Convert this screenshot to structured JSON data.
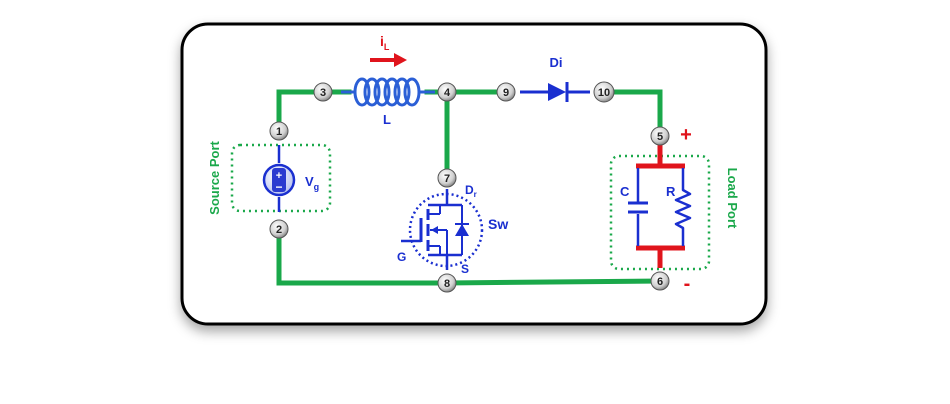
{
  "colors": {
    "wire_green": "#1aa84a",
    "component_blue": "#1a2fd0",
    "inductor_blue": "#2b5fd6",
    "red": "#e0141c",
    "port_green": "#1aa84a",
    "sw_circle_blue": "#1a2fd0",
    "node_fill": "#d9d9d9"
  },
  "labels": {
    "inductor_current": "i",
    "inductor_current_sub": "L",
    "inductor": "L",
    "diode": "Di",
    "source_voltage": "V",
    "source_voltage_sub": "g",
    "capacitor": "C",
    "resistor": "R",
    "switch": "Sw",
    "drain": "D",
    "drain_sub": "r",
    "gate": "G",
    "source_terminal": "S",
    "plus": "+",
    "minus": "-",
    "source_port": "Source Port",
    "load_port": "Load Port"
  },
  "nodes": [
    "1",
    "2",
    "3",
    "4",
    "5",
    "6",
    "7",
    "8",
    "9",
    "10"
  ]
}
